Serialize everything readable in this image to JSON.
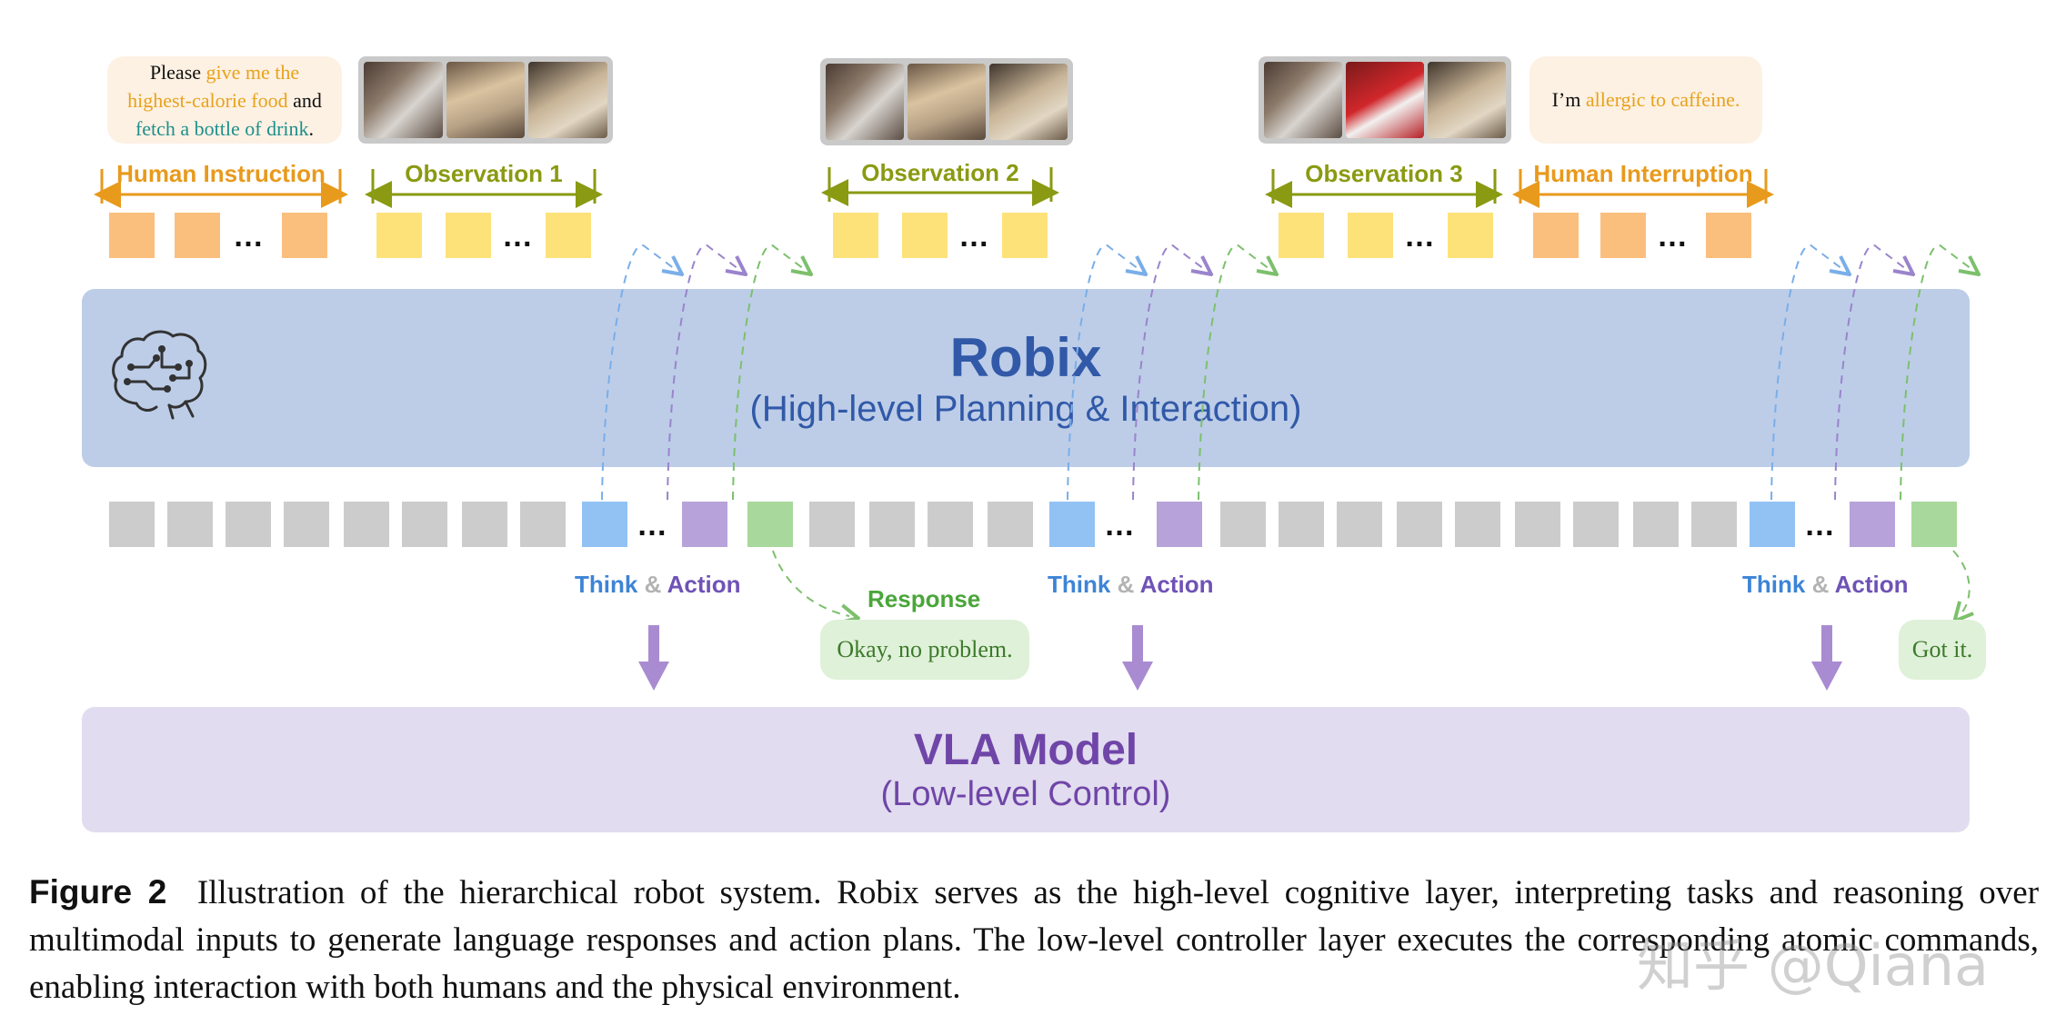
{
  "instruction": {
    "t1": "Please ",
    "t2": "give me the",
    "t3": "highest-calorie food",
    "t4": " and",
    "t5": "fetch a bottle of drink",
    "t6": "."
  },
  "interruption": {
    "t1": "I’m ",
    "t2": "allergic to caffeine."
  },
  "labels": {
    "human_instruction": "Human Instruction",
    "observation_1": "Observation 1",
    "observation_2": "Observation 2",
    "observation_3": "Observation 3",
    "human_interruption": "Human Interruption"
  },
  "robix": {
    "title": "Robix",
    "subtitle": "(High-level Planning & Interaction)"
  },
  "think_action": {
    "think": "Think",
    "amp": "&",
    "action": "Action"
  },
  "response": {
    "label": "Response",
    "text1": "Okay, no problem.",
    "text2": "Got it."
  },
  "ellipsis": "…",
  "vla": {
    "title": "VLA Model",
    "subtitle": "(Low-level Control)"
  },
  "caption": {
    "label": "Figure 2",
    "text": "Illustration of the hierarchical robot system. Robix serves as the high-level cognitive layer, interpreting tasks and reasoning over multimodal inputs to generate language responses and action plans. The low-level controller layer executes the corresponding atomic commands, enabling interaction with both humans and the physical environment."
  },
  "watermark": "知乎 @Qiana",
  "colors": {
    "human": "#e89a1c",
    "observation": "#8a9a12",
    "robix": "#3159a8",
    "vla": "#6f45a8",
    "think": "#3d84d6",
    "action": "#6f52b6",
    "response": "#4aa63a"
  },
  "icons": [
    "brain-circuit-icon",
    "down-arrow-icon"
  ]
}
